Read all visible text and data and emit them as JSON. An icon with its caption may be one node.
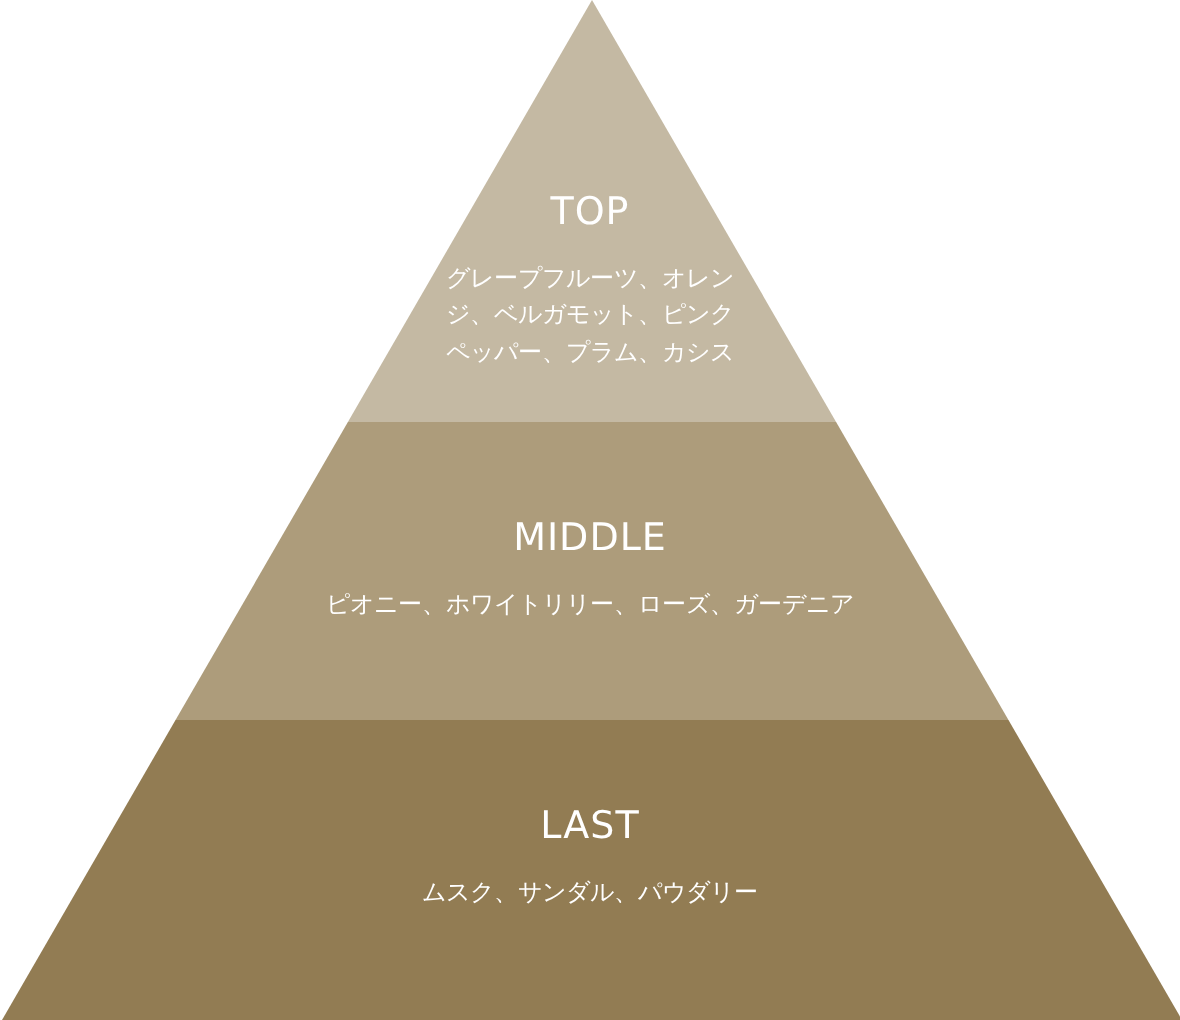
{
  "diagram": {
    "nodes": [
      {
        "text": [
          "TOP",
          "グレープフルーツ、オレンジ、ベルガモット、ピンクペッパー、プラム、カシス"
        ]
      },
      {
        "text": [
          "MIDDLE",
          "ピオニー、ホワイトリリー、ローズ、ガーデニア"
        ]
      },
      {
        "text": [
          "LAST",
          "ムスク、サンダル、パウダリー"
        ]
      }
    ]
  }
}
